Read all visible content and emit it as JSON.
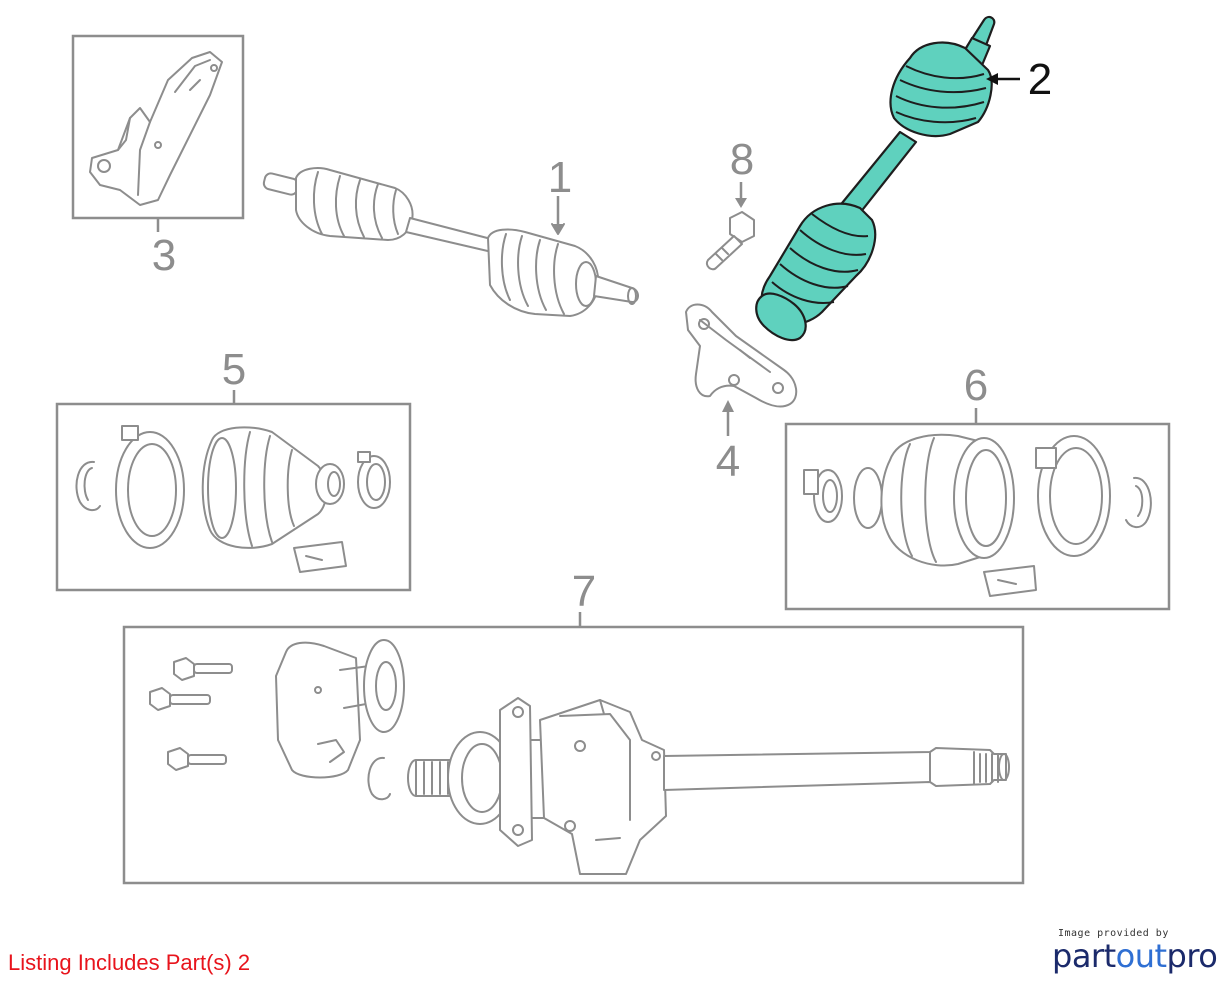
{
  "diagram": {
    "callouts": [
      "1",
      "2",
      "3",
      "4",
      "5",
      "6",
      "7",
      "8"
    ],
    "highlighted_part": "2",
    "highlight_color": "#5fd1be",
    "line_color": "#8d8d8d"
  },
  "footer": {
    "listing_text": "Listing Includes Part(s) 2",
    "listing_color": "#e8141c",
    "brand_caption": "Image provided by",
    "brand_name_part1": "part",
    "brand_name_part2": "out",
    "brand_name_part3": "pro"
  }
}
